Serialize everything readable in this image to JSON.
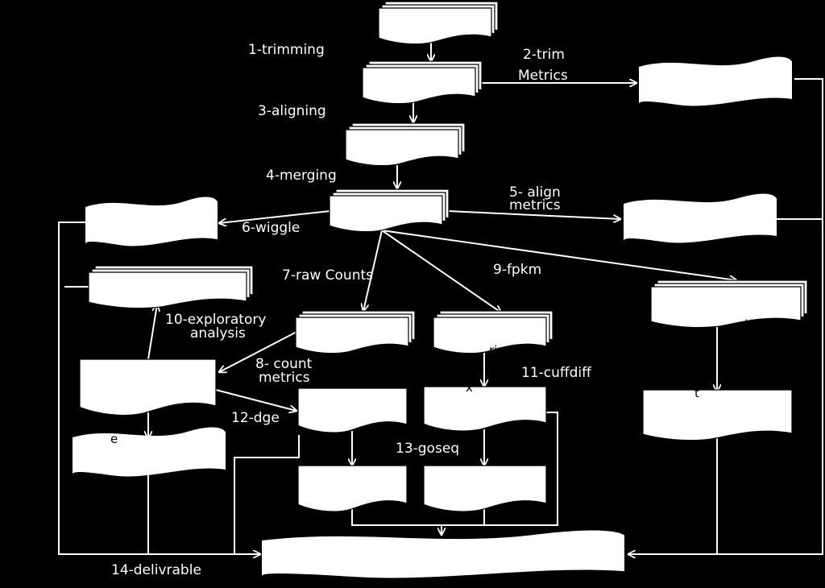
{
  "colors": {
    "background": "#000000",
    "foreground": "#ffffff",
    "fragment_text": "#000000"
  },
  "step_labels": {
    "trimming": "1-trimming",
    "trim_metrics_line1": "2-trim",
    "trim_metrics_line2": "Metrics",
    "aligning": "3-aligning",
    "merging": "4-merging",
    "align_metrics_line1": "5- align",
    "align_metrics_line2": "metrics",
    "wiggle": "6-wiggle",
    "raw_counts": "7-raw Counts",
    "count_metrics_line1": "8- count",
    "count_metrics_line2": "metrics",
    "fpkm": "9-fpkm",
    "exploratory_line1": "10-exploratory",
    "exploratory_line2": "analysis",
    "cuffdiff": "11-cuffdiff",
    "dge": "12-dge",
    "goseq": "13-goseq",
    "deliverable": "14-delivrable"
  },
  "visible_fragments": {
    "fpkm_matrix_tail": "rix",
    "fpkm_box_tail": "y",
    "cuffdiff_input_mark": "x",
    "exploratory_result_mark": "e",
    "fpkm_result_mark": "t"
  }
}
